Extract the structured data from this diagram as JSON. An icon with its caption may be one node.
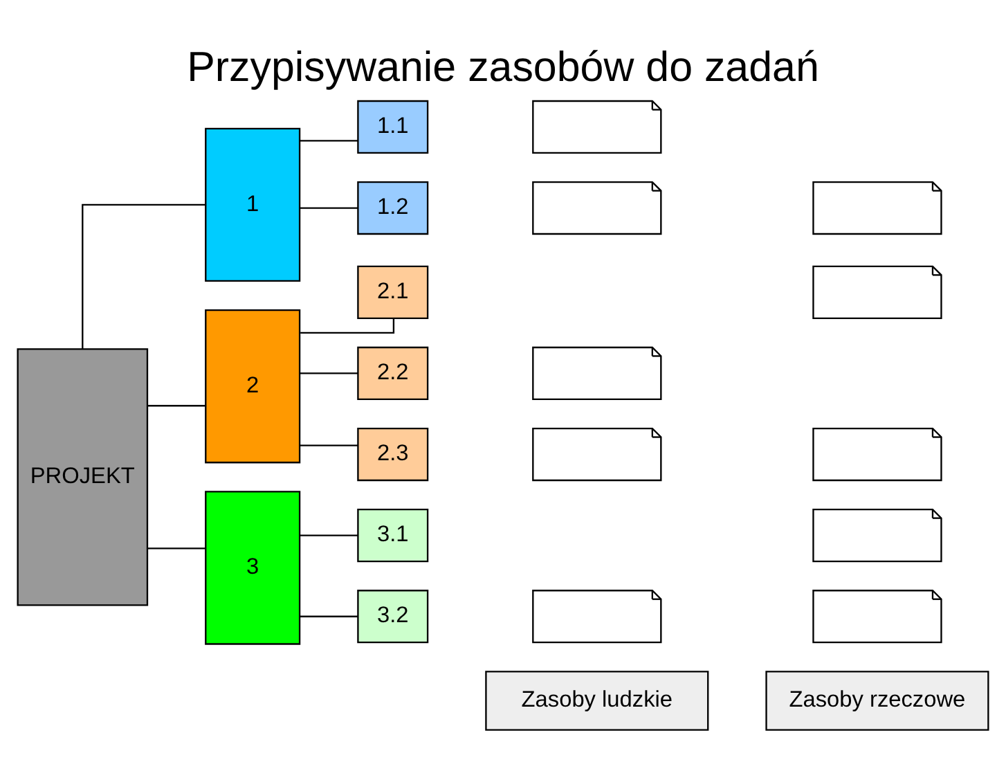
{
  "diagram": {
    "title": "Przypisywanie zasobów do zadań",
    "nodes": [
      {
        "text": [
          "PROJEKT"
        ]
      },
      {
        "text": [
          "1"
        ]
      },
      {
        "text": [
          "1.1"
        ]
      },
      {
        "text": [
          "1.2"
        ]
      },
      {
        "text": [
          "2"
        ]
      },
      {
        "text": [
          "2.1"
        ]
      },
      {
        "text": [
          "2.2"
        ]
      },
      {
        "text": [
          "2.3"
        ]
      },
      {
        "text": [
          "3"
        ]
      },
      {
        "text": [
          "3.1"
        ]
      },
      {
        "text": [
          "3.2"
        ]
      },
      {
        "text": [
          "Zasoby ludzkie"
        ]
      },
      {
        "text": [
          "Zasoby rzeczowe"
        ]
      },
      {
        "text": [],
        "shape": "document"
      },
      {
        "text": [],
        "shape": "document"
      },
      {
        "text": [],
        "shape": "document"
      },
      {
        "text": [],
        "shape": "document"
      },
      {
        "text": [],
        "shape": "document"
      },
      {
        "text": [],
        "shape": "document"
      },
      {
        "text": [],
        "shape": "document"
      },
      {
        "text": [],
        "shape": "document"
      },
      {
        "text": [],
        "shape": "document"
      },
      {
        "text": [],
        "shape": "document"
      }
    ],
    "edges": [
      {
        "from": 0,
        "to": 1,
        "arrow": "none"
      },
      {
        "from": 0,
        "to": 4,
        "arrow": "none"
      },
      {
        "from": 0,
        "to": 8,
        "arrow": "none"
      },
      {
        "from": 1,
        "to": 2,
        "arrow": "none"
      },
      {
        "from": 1,
        "to": 3,
        "arrow": "none"
      },
      {
        "from": 4,
        "to": 5,
        "arrow": "none"
      },
      {
        "from": 4,
        "to": 6,
        "arrow": "none"
      },
      {
        "from": 4,
        "to": 7,
        "arrow": "none"
      },
      {
        "from": 8,
        "to": 9,
        "arrow": "none"
      },
      {
        "from": 8,
        "to": 10,
        "arrow": "none"
      }
    ]
  }
}
